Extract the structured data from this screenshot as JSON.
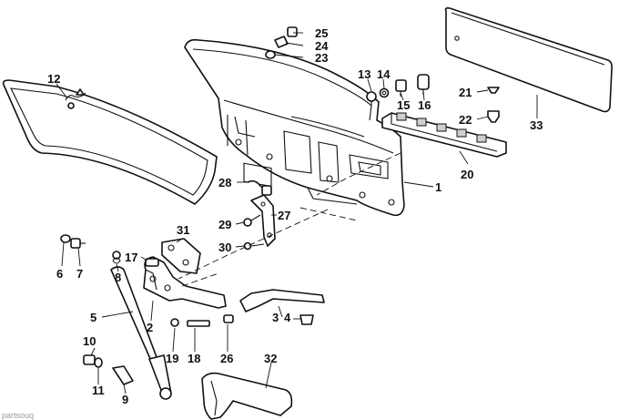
{
  "title": "Tailgate / rear lid exploded parts diagram",
  "callouts": {
    "c1": "1",
    "c2": "2",
    "c3": "3",
    "c4": "4",
    "c5": "5",
    "c6": "6",
    "c7": "7",
    "c8": "8",
    "c9": "9",
    "c10": "10",
    "c11": "11",
    "c12": "12",
    "c13": "13",
    "c14": "14",
    "c15": "15",
    "c16": "16",
    "c17": "17",
    "c18": "18",
    "c19": "19",
    "c20": "20",
    "c21": "21",
    "c22": "22",
    "c23": "23",
    "c24": "24",
    "c25": "25",
    "c26": "26",
    "c27": "27",
    "c28": "28",
    "c29": "29",
    "c30": "30",
    "c31": "31",
    "c32": "32",
    "c33": "33"
  },
  "watermark": "partsouq"
}
